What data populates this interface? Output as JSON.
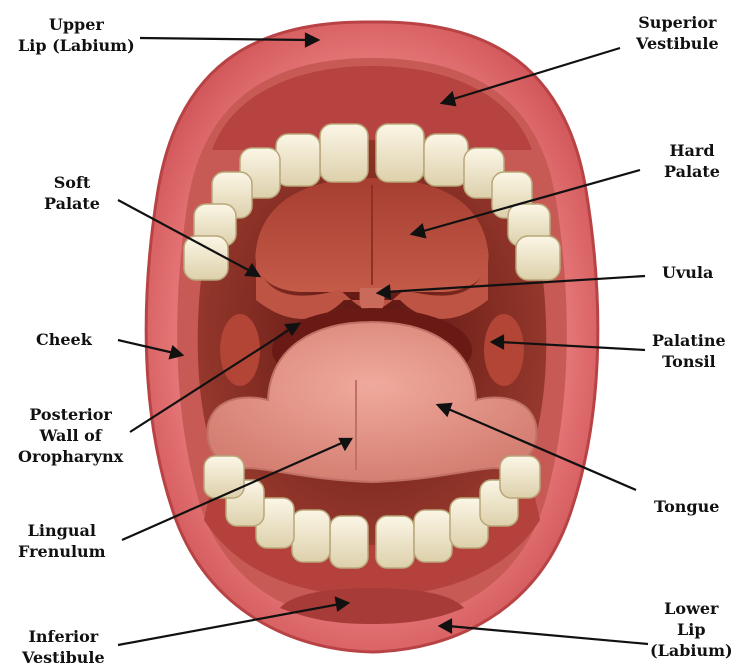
{
  "labels": {
    "upper_lip": [
      "Upper",
      "Lip (Labium)"
    ],
    "soft_palate": [
      "Soft",
      "Palate"
    ],
    "cheek": [
      "Cheek"
    ],
    "posterior_wall": [
      "Posterior",
      "Wall of",
      "Oropharynx"
    ],
    "lingual_frenulum": [
      "Lingual",
      "Frenulum"
    ],
    "inferior_vestibule": [
      "Inferior",
      "Vestibule"
    ],
    "superior_vestibule": [
      "Superior",
      "Vestibule"
    ],
    "hard_palate": [
      "Hard",
      "Palate"
    ],
    "uvula": [
      "Uvula"
    ],
    "palatine_tonsil": [
      "Palatine",
      "Tonsil"
    ],
    "tongue": [
      "Tongue"
    ],
    "lower_lip": [
      "Lower",
      "Lip",
      "(Labium)"
    ]
  },
  "colors": {
    "lip": "#e06a6a",
    "lip_dark": "#b83f40",
    "mouth_cavity": "#8a2e26",
    "palate": "#b24b3c",
    "tongue": "#e79b8e",
    "teeth": "#f3ecd6",
    "leader_line": "#111111"
  }
}
